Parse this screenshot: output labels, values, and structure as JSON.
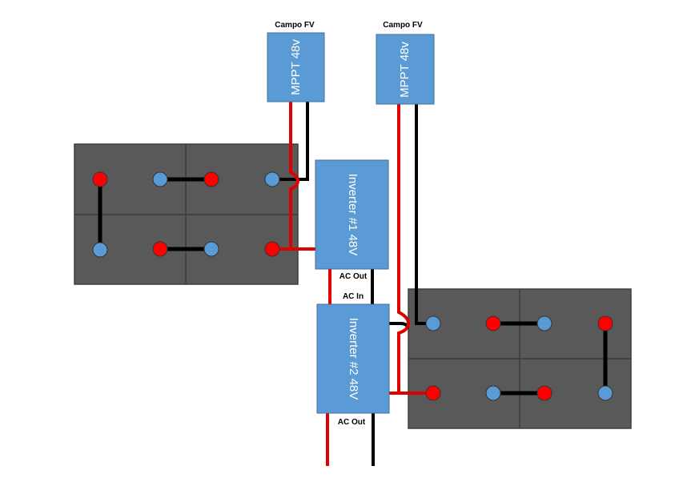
{
  "colors": {
    "battery_fill": "#595959",
    "battery_grid": "#3f3f3f",
    "box_fill": "#5b9bd5",
    "box_stroke": "#41719c",
    "positive_wire": "#e00000",
    "negative_wire": "#000000",
    "positive_terminal": "#ff0000",
    "negative_terminal": "#5b9bd5"
  },
  "mppt_1": {
    "caption": "Campo FV",
    "label": "MPPT 48v"
  },
  "mppt_2": {
    "caption": "Campo FV",
    "label": "MPPT 48v"
  },
  "inverter_1": {
    "label": "Inverter #1 48V",
    "ac_out": "AC Out"
  },
  "inverter_2": {
    "label": "Inverter #2 48V",
    "ac_in": "AC In",
    "ac_out": "AC Out"
  }
}
